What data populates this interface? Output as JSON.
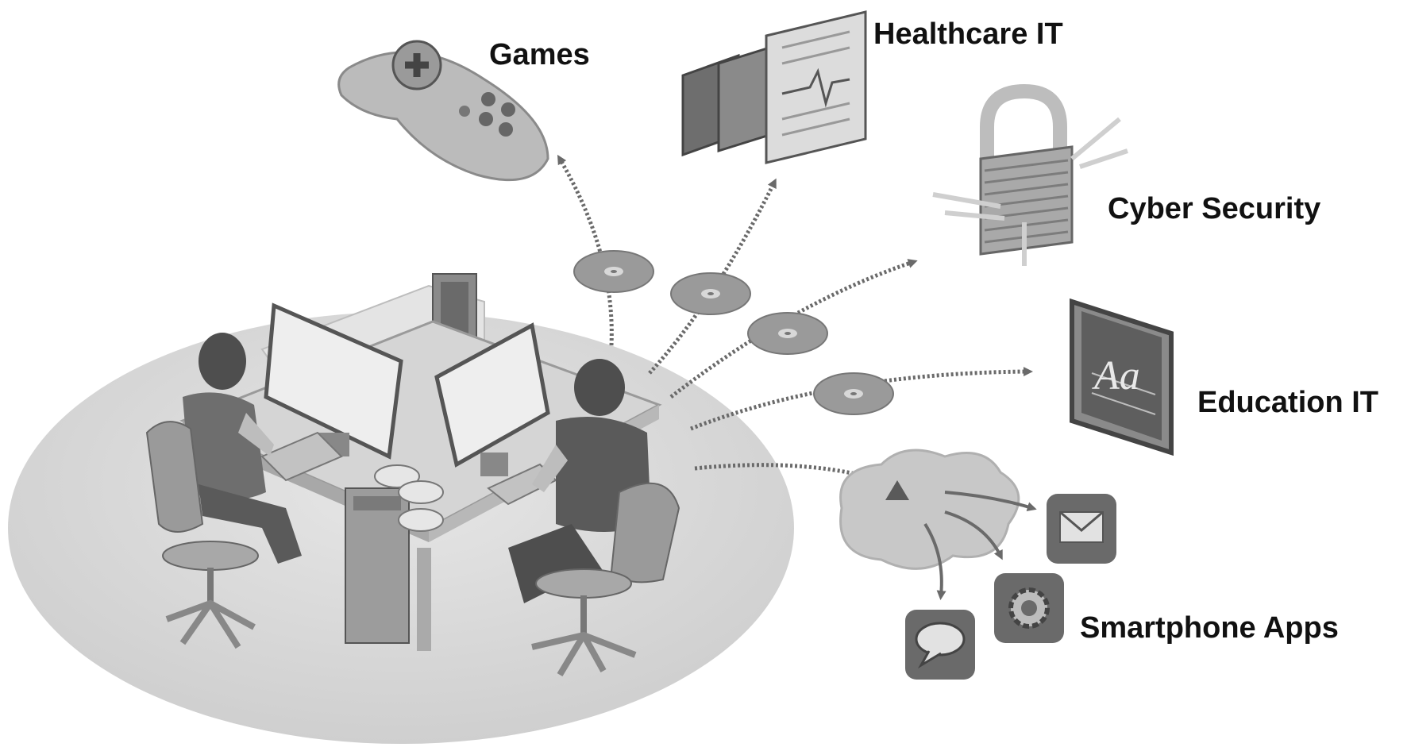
{
  "labels": {
    "games": "Games",
    "healthcare": "Healthcare IT",
    "cyber_security": "Cyber Security",
    "education": "Education IT",
    "smartphone": "Smartphone Apps"
  },
  "colors": {
    "platform": "#dadada",
    "figure": "#6e6e6e",
    "disc": "#9a9a9a",
    "arrow": "#6a6a6a",
    "icon_dark": "#555555",
    "icon_light": "#c8c8c8"
  },
  "icons": [
    "developers-illustration",
    "cd-disc-icon",
    "gamepad-icon",
    "medical-monitors-icon",
    "padlock-icon",
    "chalkboard-icon",
    "cloud-icon",
    "mail-icon",
    "settings-gear-icon",
    "chat-bubble-icon"
  ]
}
